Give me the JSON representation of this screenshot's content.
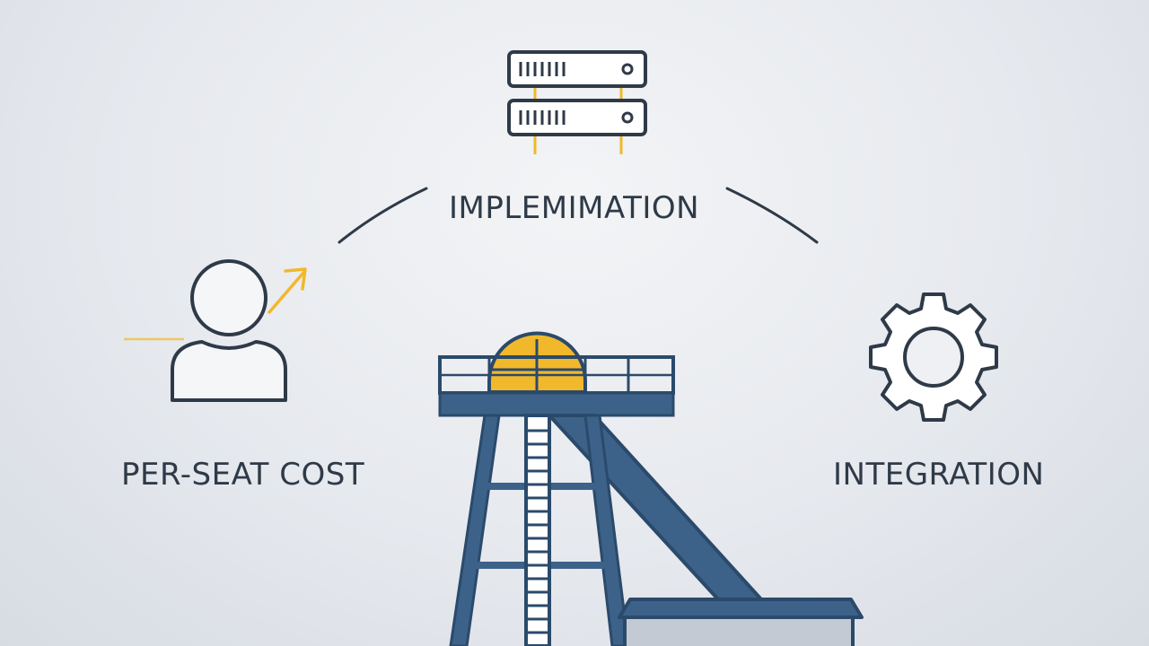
{
  "labels": {
    "top": "IMPLEMIMATION",
    "left": "PER-SEAT COST",
    "right": "INTEGRATION"
  },
  "icons": {
    "top": "server-icon",
    "left": "user-icon",
    "right": "gear-icon",
    "center": "mine-headframe-icon"
  },
  "colors": {
    "outline": "#2f3a48",
    "accent": "#f2b82b",
    "structure": "#3c6289",
    "structure_dark": "#2b4a6b"
  }
}
